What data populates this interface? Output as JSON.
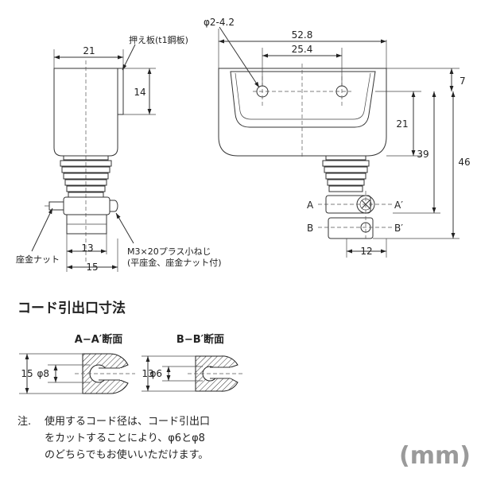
{
  "left_view": {
    "dim_width": "21",
    "dim_height": "14",
    "label_plate": "押え板(t1鋼板)",
    "label_seat_nut": "座金ナット",
    "label_screw_1": "M3×20プラス小ねじ",
    "label_screw_2": "(平座金、座金ナット付)",
    "dim_13": "13",
    "dim_15": "15"
  },
  "right_view": {
    "dim_hole": "φ2-4.2",
    "dim_52_8": "52.8",
    "dim_25_4": "25.4",
    "dim_7": "7",
    "dim_21": "21",
    "dim_39": "39",
    "dim_46": "46",
    "dim_12": "12",
    "label_a": "A",
    "label_a_prime": "A′",
    "label_b": "B",
    "label_b_prime": "B′"
  },
  "section_heading": "コード引出口寸法",
  "section_aa": {
    "title": "A−A′断面",
    "outer": "15",
    "inner": "φ8"
  },
  "section_bb": {
    "title": "B−B′断面",
    "outer": "13",
    "inner": "φ6"
  },
  "note": {
    "label": "注.",
    "lines": [
      "使用するコード径は、コード引出口",
      "をカットすることにより、φ6とφ8",
      "のどちらでもお使いいただけます。"
    ]
  },
  "unit": "(mm)"
}
